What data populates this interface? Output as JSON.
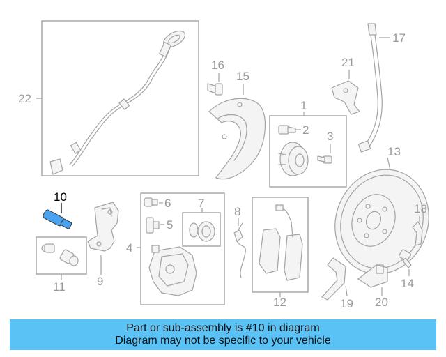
{
  "diagram": {
    "highlighted_part": "10",
    "part_numbers": [
      "1",
      "2",
      "3",
      "4",
      "5",
      "6",
      "7",
      "8",
      "9",
      "10",
      "11",
      "12",
      "13",
      "14",
      "15",
      "16",
      "17",
      "18",
      "19",
      "20",
      "21",
      "22"
    ]
  },
  "banner": {
    "line1": "Part or sub-assembly is #10 in diagram",
    "line2": "Diagram may not be specific to your vehicle"
  },
  "colors": {
    "highlight_part": "#4aa3f0",
    "banner_bg": "#5bc2f5",
    "line_gray": "#a3a3a3"
  }
}
